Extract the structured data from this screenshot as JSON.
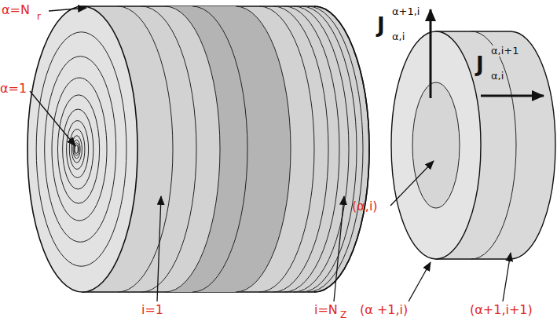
{
  "diagram": {
    "labels": [
      "α=N",
      "r",
      "α=1",
      "i=1",
      "i=N",
      "Z",
      "J",
      "α+1,i",
      "α,i",
      "J",
      "α,i+1",
      "α,i",
      "(α,i)",
      "(α +1,i)",
      "(α+1,i+1)"
    ]
  }
}
